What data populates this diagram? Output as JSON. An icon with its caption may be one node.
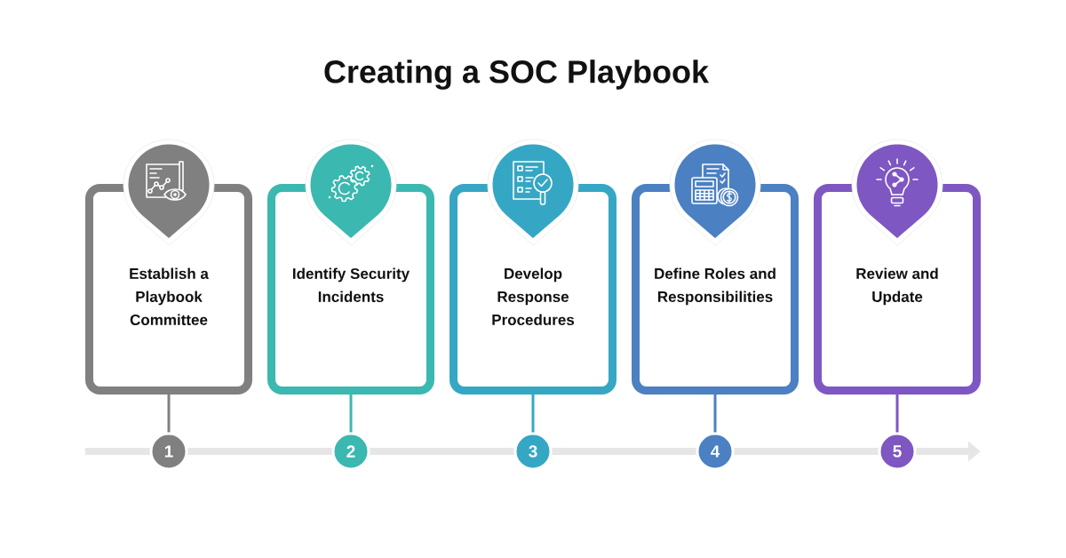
{
  "diagram": {
    "title": "Creating a SOC Playbook",
    "nodes": [
      {
        "text": [
          "Establish a Playbook Committee"
        ]
      },
      {
        "text": [
          "Identify Security Incidents"
        ]
      },
      {
        "text": [
          "Develop Response Procedures"
        ]
      },
      {
        "text": [
          "Define Roles and Responsibilities"
        ]
      },
      {
        "text": [
          "Review and Update"
        ]
      },
      {
        "text": [
          "1"
        ]
      },
      {
        "text": [
          "2"
        ]
      },
      {
        "text": [
          "3"
        ]
      },
      {
        "text": [
          "4"
        ]
      },
      {
        "text": [
          "5"
        ]
      }
    ],
    "edges": [
      {
        "from": 0,
        "to": 5,
        "arrow": "none",
        "color": "#808080"
      },
      {
        "from": 1,
        "to": 6,
        "arrow": "none",
        "color": "#3bb8af"
      },
      {
        "from": 2,
        "to": 7,
        "arrow": "none",
        "color": "#35a7c4"
      },
      {
        "from": 3,
        "to": 8,
        "arrow": "none",
        "color": "#4b80c2"
      },
      {
        "from": 4,
        "to": 9,
        "arrow": "none",
        "color": "#7e57c2"
      }
    ]
  }
}
